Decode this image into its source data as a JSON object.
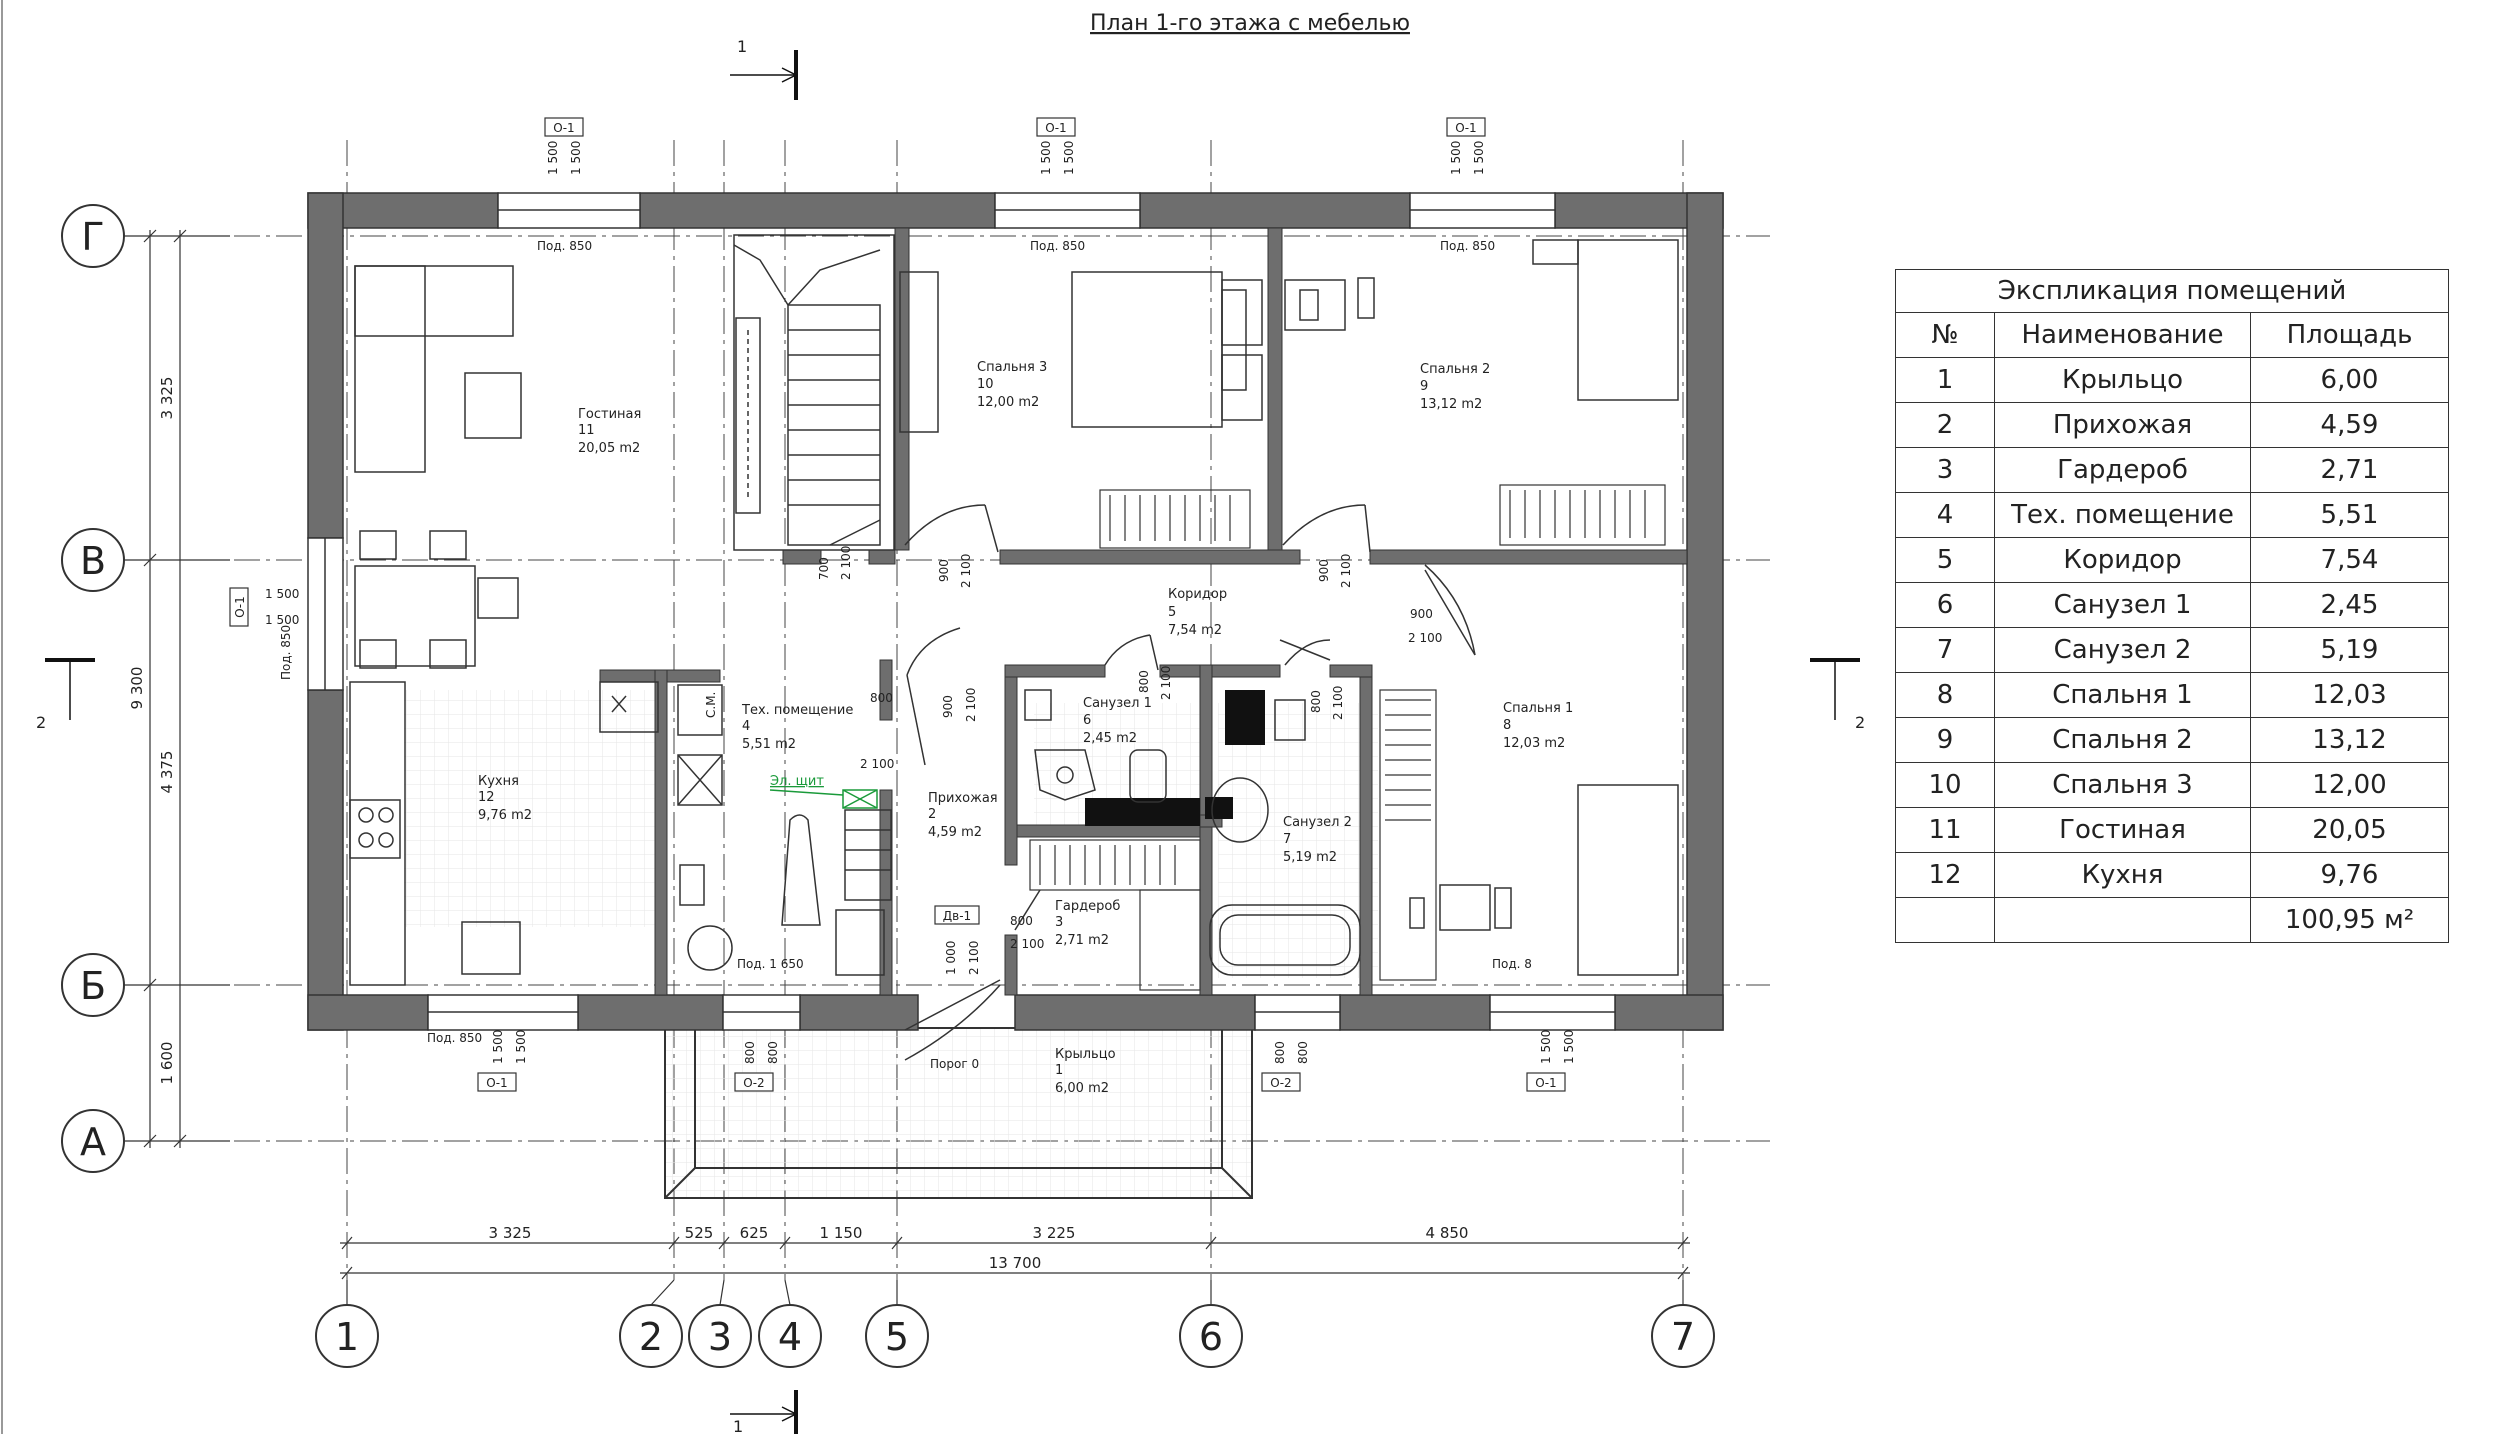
{
  "title": "План 1-го этажа с мебелью",
  "grid_axes": {
    "horizontal": [
      "Г",
      "В",
      "Б",
      "А"
    ],
    "vertical": [
      "1",
      "2",
      "3",
      "4",
      "5",
      "6",
      "7"
    ]
  },
  "section_marks": {
    "section_1": "1",
    "section_2": "2"
  },
  "dimensions": {
    "bottom": [
      "3 325",
      "525",
      "625",
      "1 150",
      "3 225",
      "4 850"
    ],
    "bottom_total": "13 700",
    "left": [
      "3 325",
      "4 375",
      "1 600"
    ],
    "left_total": "9 300"
  },
  "rooms": [
    {
      "name": "Гостиная",
      "number": "11",
      "area": "20,05 m2"
    },
    {
      "name": "Спальня 3",
      "number": "10",
      "area": "12,00 m2"
    },
    {
      "name": "Спальня 2",
      "number": "9",
      "area": "13,12 m2"
    },
    {
      "name": "Коридор",
      "number": "5",
      "area": "7,54 m2"
    },
    {
      "name": "Тех. помещение",
      "number": "4",
      "area": "5,51 m2"
    },
    {
      "name": "Кухня",
      "number": "12",
      "area": "9,76 m2"
    },
    {
      "name": "Прихожая",
      "number": "2",
      "area": "4,59 m2"
    },
    {
      "name": "Санузел 1",
      "number": "6",
      "area": "2,45 m2"
    },
    {
      "name": "Санузел 2",
      "number": "7",
      "area": "5,19 m2"
    },
    {
      "name": "Спальня 1",
      "number": "8",
      "area": "12,03 m2"
    },
    {
      "name": "Гардероб",
      "number": "3",
      "area": "2,71 m2"
    },
    {
      "name": "Крыльцо",
      "number": "1",
      "area": "6,00 m2"
    }
  ],
  "labels": {
    "window_tag": "О-1",
    "window_tag_2": "О-2",
    "door_tag": "Дв-1",
    "w1500": "1 500",
    "w800": "800",
    "d900": "900",
    "d800": "800",
    "d700": "700",
    "d1000": "1 000",
    "h2100": "2 100",
    "sill_850": "Под. 850",
    "sill_1650": "Под. 1 650",
    "sill_8": "Под. 8",
    "threshold": "Порог 0",
    "electric_panel": "Эл. щит",
    "washer": "С.М."
  },
  "explication": {
    "caption": "Экспликация помещений",
    "headers": [
      "№",
      "Наименование",
      "Площадь"
    ],
    "rows": [
      [
        "1",
        "Крыльцо",
        "6,00"
      ],
      [
        "2",
        "Прихожая",
        "4,59"
      ],
      [
        "3",
        "Гардероб",
        "2,71"
      ],
      [
        "4",
        "Тех. помещение",
        "5,51"
      ],
      [
        "5",
        "Коридор",
        "7,54"
      ],
      [
        "6",
        "Санузел 1",
        "2,45"
      ],
      [
        "7",
        "Санузел 2",
        "5,19"
      ],
      [
        "8",
        "Спальня 1",
        "12,03"
      ],
      [
        "9",
        "Спальня 2",
        "13,12"
      ],
      [
        "10",
        "Спальня 3",
        "12,00"
      ],
      [
        "11",
        "Гостиная",
        "20,05"
      ],
      [
        "12",
        "Кухня",
        "9,76"
      ]
    ],
    "total": "100,95 м²"
  },
  "colors": {
    "wall": "#6e6e6e",
    "line": "#333333",
    "grid": "#e2e2e2",
    "electric": "#1a9a3a"
  }
}
